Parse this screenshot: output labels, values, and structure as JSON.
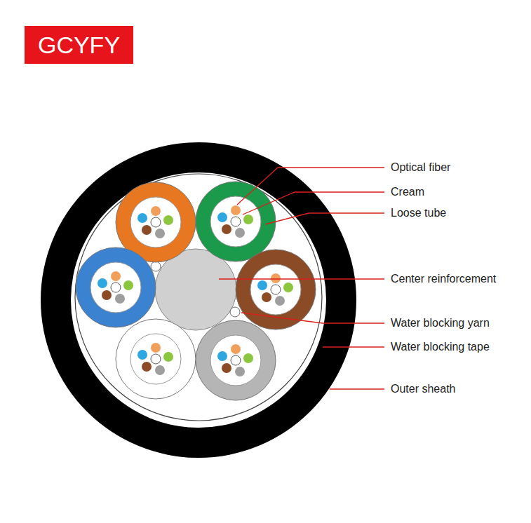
{
  "diagram": {
    "title": "GCYFY",
    "labels": [
      "Optical fiber",
      "Cream",
      "Loose tube",
      "Center reinforcement",
      "Water blocking yarn",
      "Water blocking tape",
      "Outer sheath"
    ]
  }
}
